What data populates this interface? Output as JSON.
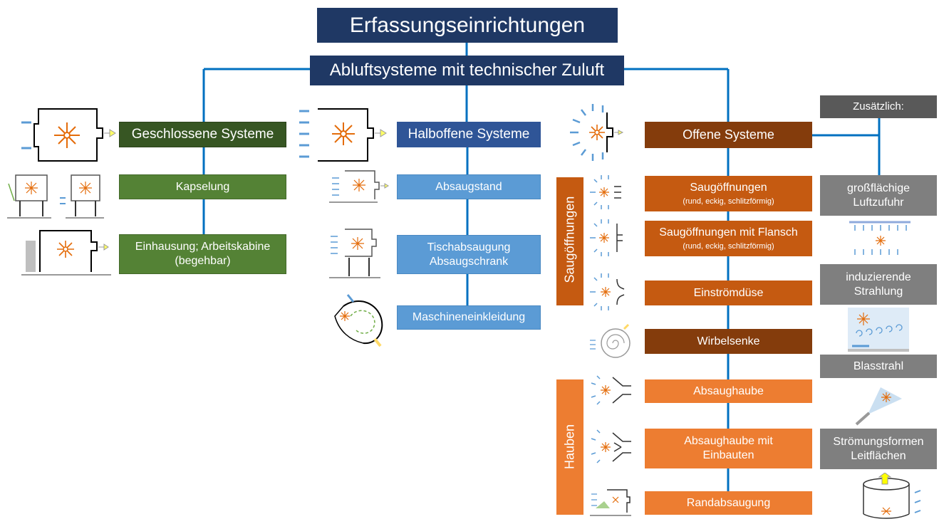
{
  "title": "Erfassungseinrichtungen",
  "subtitle": "Abluftsysteme mit technischer Zuluft",
  "colors": {
    "navy": "#1f3864",
    "connector": "#0070c0",
    "closed": "#375623",
    "closed_items": "#548235",
    "half_open": "#2f5597",
    "half_open_items": "#5b9bd5",
    "open": "#843c0c",
    "suction": "#c55a11",
    "hoods": "#ed7d31",
    "extra": "#7f7f7f",
    "extra_header": "#595959"
  },
  "closed": {
    "header": "Geschlossene Systeme",
    "items": [
      "Kapselung",
      "Einhausung; Arbeitskabine (begehbar)"
    ]
  },
  "half_open": {
    "header": "Halboffene Systeme",
    "items": [
      "Absaugstand",
      "Tischabsaugung Absaugschrank",
      "Maschineneinkleidung"
    ]
  },
  "open": {
    "header": "Offene Systeme",
    "group_suction": "Saugöffnungen",
    "group_hoods": "Hauben",
    "items": [
      {
        "label": "Saugöffnungen",
        "note": "(rund, eckig, schlitzförmig)"
      },
      {
        "label": "Saugöffnungen mit Flansch",
        "note": "(rund, eckig, schlitzförmig)"
      },
      {
        "label": "Einströmdüse"
      },
      {
        "label": "Wirbelsenke"
      },
      {
        "label": "Absaughaube"
      },
      {
        "label": "Absaughaube mit Einbauten"
      },
      {
        "label": "Randabsaugung"
      }
    ]
  },
  "extra": {
    "header": "Zusätzlich:",
    "items": [
      "großflächige Luftzufuhr",
      "induzierende Strahlung",
      "Blasstrahl",
      "Strömungsformen Leitflächen"
    ]
  }
}
